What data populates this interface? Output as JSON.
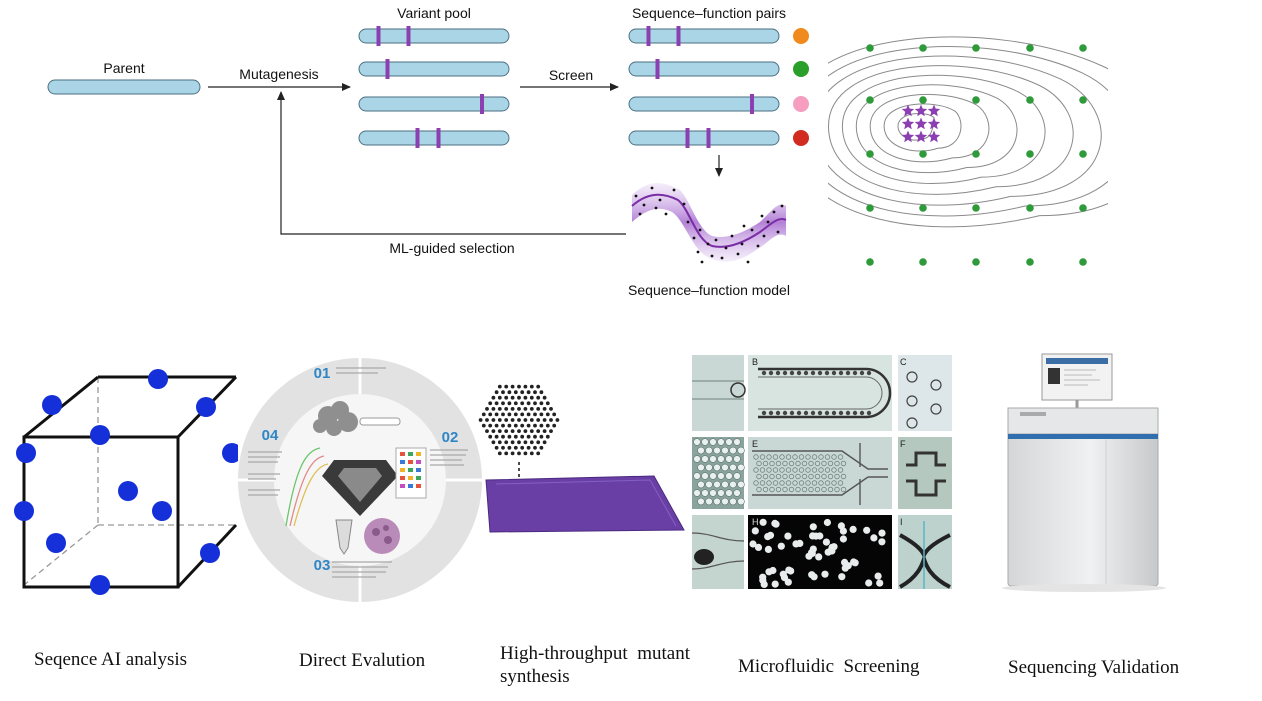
{
  "workflow": {
    "parent_label": "Parent",
    "mutagenesis_label": "Mutagenesis",
    "variant_pool_label": "Variant pool",
    "screen_label": "Screen",
    "pairs_label": "Sequence–function pairs",
    "ml_label": "ML-guided selection",
    "model_label": "Sequence–function model",
    "variant_marks": [
      [
        0.13,
        0.33
      ],
      [
        0.19
      ],
      [
        0.82
      ],
      [
        0.39,
        0.53
      ]
    ],
    "pair_colors": [
      "#f08a1d",
      "#2aa02b",
      "#f59ec0",
      "#d22b1f"
    ]
  },
  "colors": {
    "bar_fill": "#a9d5e6",
    "bar_stroke": "#4a6f80",
    "mark": "#8c3fb0",
    "landscape_dot": "#2f9a3a",
    "star": "#8c3fb0",
    "lattice_atom": "#1530d8"
  },
  "panels": {
    "evolution_steps": [
      "01",
      "02",
      "03",
      "04"
    ]
  },
  "microfluidic": {
    "panel_letters": [
      "B",
      "C",
      "E",
      "F",
      "H",
      "I"
    ]
  },
  "captions": {
    "ai": "Seqence AI analysis",
    "evolution": "Direct Evalution",
    "synthesis": "High-throughput  mutant synthesis",
    "microfluidic": "Microfluidic  Screening",
    "sequencing": "Sequencing Validation"
  }
}
